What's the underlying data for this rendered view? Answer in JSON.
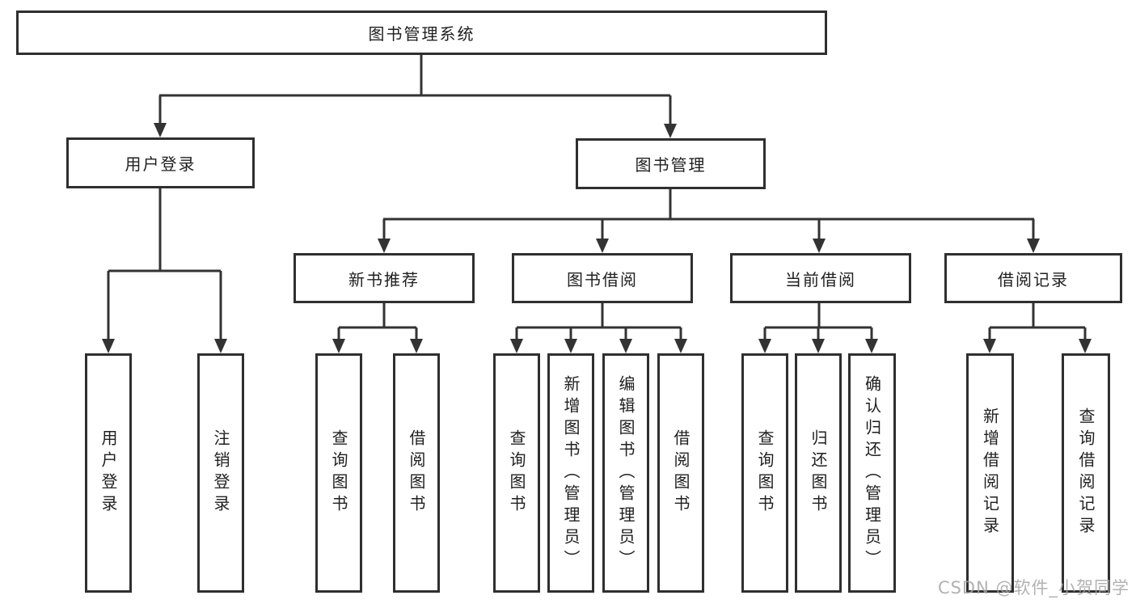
{
  "tree": {
    "label": "图书管理系统",
    "children": [
      {
        "label": "用户登录",
        "children": [
          {
            "label": "用户登录"
          },
          {
            "label": "注销登录"
          }
        ]
      },
      {
        "label": "图书管理",
        "children": [
          {
            "label": "新书推荐",
            "children": [
              {
                "label": "查询图书"
              },
              {
                "label": "借阅图书"
              }
            ]
          },
          {
            "label": "图书借阅",
            "children": [
              {
                "label": "查询图书"
              },
              {
                "label": "新增图书（管理员）"
              },
              {
                "label": "编辑图书（管理员）"
              },
              {
                "label": "借阅图书"
              }
            ]
          },
          {
            "label": "当前借阅",
            "children": [
              {
                "label": "查询图书"
              },
              {
                "label": "归还图书"
              },
              {
                "label": "确认归还（管理员）"
              }
            ]
          },
          {
            "label": "借阅记录",
            "children": [
              {
                "label": "新增借阅记录"
              },
              {
                "label": "查询借阅记录"
              }
            ]
          }
        ]
      }
    ]
  },
  "watermark": "CSDN @软件_小贺同学",
  "colors": {
    "line": "#333333",
    "box_border": "#2f2f2f",
    "box_fill": "#ffffff",
    "text": "#1f1f1f",
    "watermark": "#a4a4a4"
  }
}
